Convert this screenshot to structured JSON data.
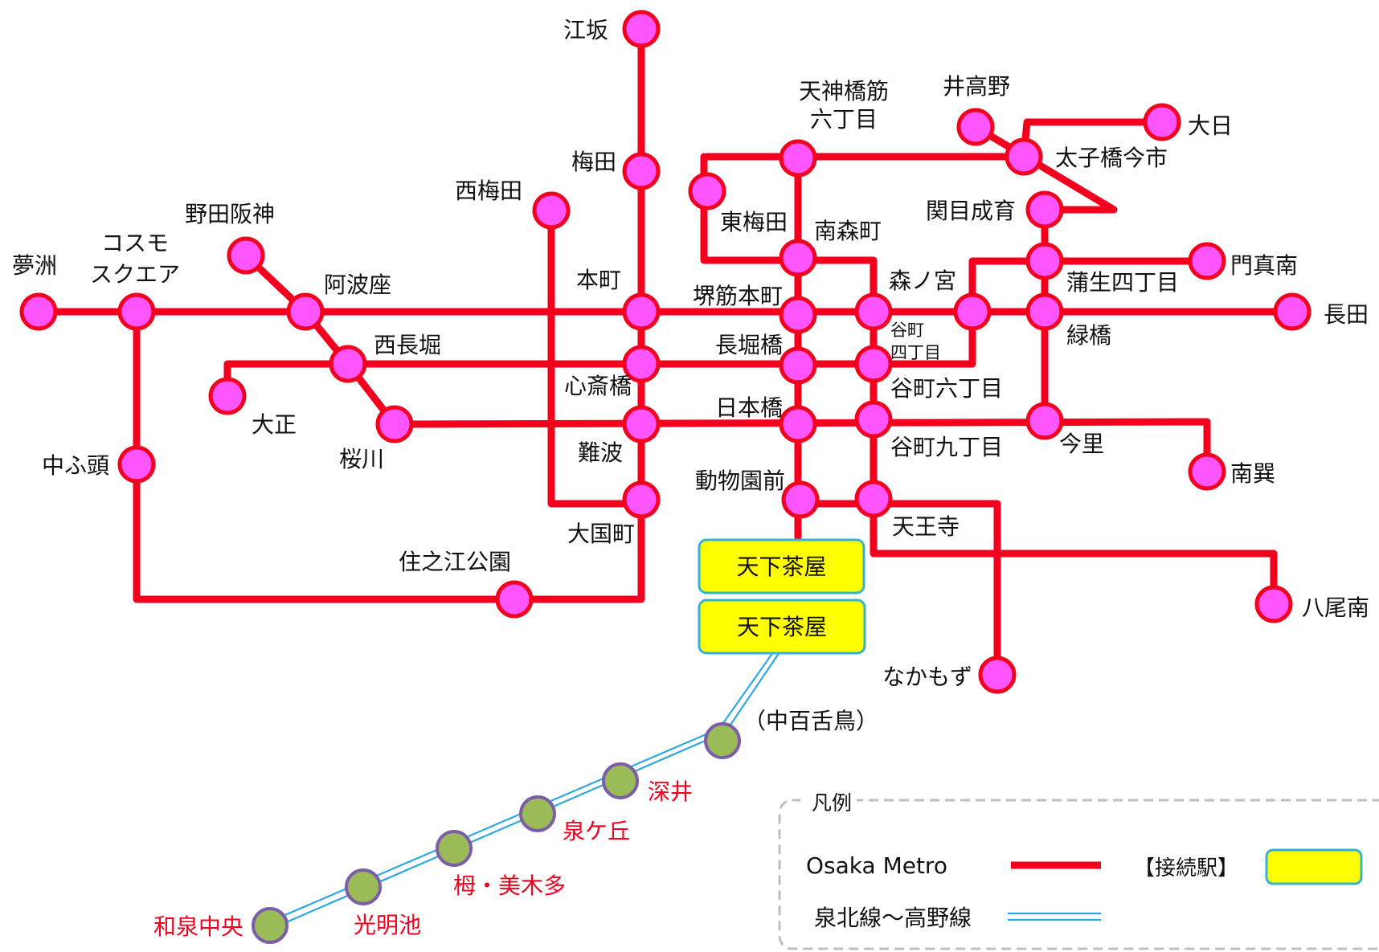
{
  "colors": {
    "metro_line": "#f2001d",
    "metro_station_fill": "#ff55ff",
    "semboku_line": "#2fa7e0",
    "semboku_station_fill": "#9bbb59",
    "semboku_station_stroke": "#7b5ea7",
    "semboku_label": "#f2001d",
    "interchange_fill": "#ffff00",
    "interchange_stroke": "#33b3d0",
    "legend_border": "#bfbfbf",
    "text": "#111111"
  },
  "metro_stations": [
    {
      "id": "esaka",
      "label": "江坂"
    },
    {
      "id": "umeda",
      "label": "梅田"
    },
    {
      "id": "nishiumeda",
      "label": "西梅田"
    },
    {
      "id": "tenjinbashi",
      "label": "天神橋筋六丁目"
    },
    {
      "id": "ikaino",
      "label": "井高野"
    },
    {
      "id": "dainichi",
      "label": "大日"
    },
    {
      "id": "taishibashi",
      "label": "太子橋今市"
    },
    {
      "id": "higashiumeda",
      "label": "東梅田"
    },
    {
      "id": "sekime",
      "label": "関目成育"
    },
    {
      "id": "minamimorimachi",
      "label": "南森町"
    },
    {
      "id": "noda",
      "label": "野田阪神"
    },
    {
      "id": "yumeshima",
      "label": "夢洲"
    },
    {
      "id": "cosmo",
      "label": "コスモスクエア"
    },
    {
      "id": "awaza",
      "label": "阿波座"
    },
    {
      "id": "honmachi",
      "label": "本町"
    },
    {
      "id": "sakaisuji",
      "label": "堺筋本町"
    },
    {
      "id": "tanimachi4",
      "label": "谷町四丁目"
    },
    {
      "id": "morinomiya",
      "label": "森ノ宮"
    },
    {
      "id": "gamo",
      "label": "蒲生四丁目"
    },
    {
      "id": "kadomaminami",
      "label": "門真南"
    },
    {
      "id": "midoribashi",
      "label": "緑橋"
    },
    {
      "id": "nagata",
      "label": "長田"
    },
    {
      "id": "nishinagahori",
      "label": "西長堀"
    },
    {
      "id": "taisho",
      "label": "大正"
    },
    {
      "id": "shinsaibashi",
      "label": "心斎橋"
    },
    {
      "id": "nagahoribashi",
      "label": "長堀橋"
    },
    {
      "id": "tanimachi6",
      "label": "谷町六丁目"
    },
    {
      "id": "sakuragawa",
      "label": "桜川"
    },
    {
      "id": "nippombashi",
      "label": "日本橋"
    },
    {
      "id": "namba",
      "label": "難波"
    },
    {
      "id": "tanimachi9",
      "label": "谷町九丁目"
    },
    {
      "id": "imazato",
      "label": "今里"
    },
    {
      "id": "minamitatsumi",
      "label": "南巽"
    },
    {
      "id": "nakafuto",
      "label": "中ふ頭"
    },
    {
      "id": "daikokucho",
      "label": "大国町"
    },
    {
      "id": "dobutsuen",
      "label": "動物園前"
    },
    {
      "id": "tennoji",
      "label": "天王寺"
    },
    {
      "id": "suminoe",
      "label": "住之江公園"
    },
    {
      "id": "yaominami",
      "label": "八尾南"
    },
    {
      "id": "nakamozu",
      "label": "なかもず"
    }
  ],
  "interchange_stations": [
    {
      "id": "tengachaya_metro",
      "label": "天下茶屋"
    },
    {
      "id": "tengachaya_nankai",
      "label": "天下茶屋"
    }
  ],
  "semboku_stations": [
    {
      "id": "nakamozu_sb",
      "label": "（中百舌鳥）"
    },
    {
      "id": "fukai",
      "label": "深井"
    },
    {
      "id": "izumigaoka",
      "label": "泉ケ丘"
    },
    {
      "id": "toga",
      "label": "栂・美木多"
    },
    {
      "id": "komyoike",
      "label": "光明池"
    },
    {
      "id": "izumichuo",
      "label": "和泉中央"
    }
  ],
  "legend": {
    "title": "凡例",
    "metro": "Osaka Metro",
    "semboku": "泉北線～高野線",
    "interchange": "【接続駅】"
  }
}
